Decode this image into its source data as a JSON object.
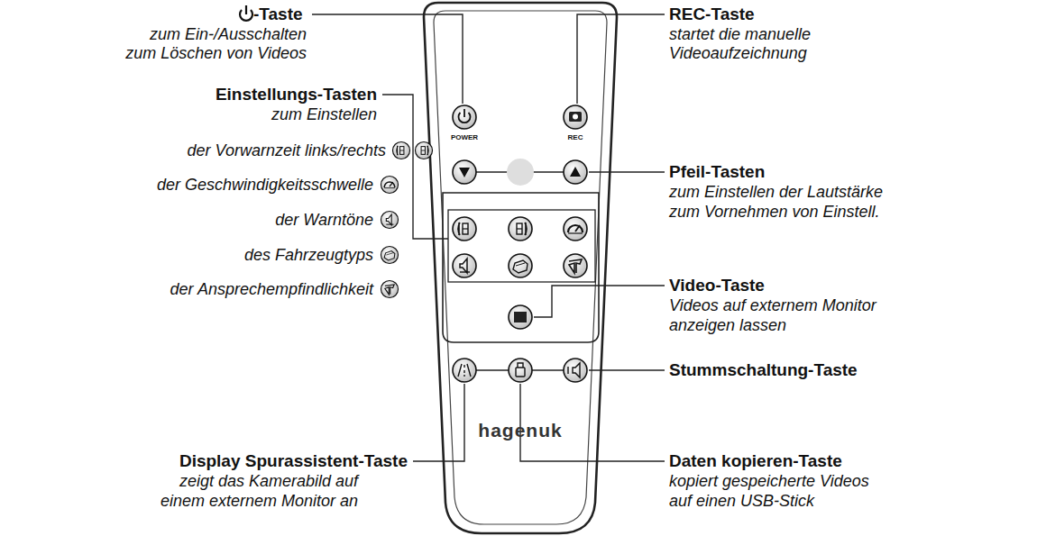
{
  "diagram": {
    "nodes": [
      {
        "text": [
          "POWER",
          "REC",
          "hagenuk"
        ]
      }
    ],
    "labels": [
      "-Taste",
      "zum Ein-/Ausschalten",
      "zum Löschen von Videos",
      "Einstellungs-Tasten",
      "zum Einstellen",
      "der Vorwarnzeit links/rechts",
      "der Geschwindigkeitsschwelle",
      "der Warntöne",
      "des Fahrzeugtyps",
      "der Ansprechempfindlichkeit",
      "Display Spurassistent-Taste",
      "zeigt das Kamerabild auf",
      "einem externem Monitor an",
      "REC-Taste",
      "startet die manuelle",
      "Videoaufzeichnung",
      "Pfeil-Tasten",
      "zum Einstellen der Lautstärke",
      "zum Vornehmen von Einstell.",
      "Video-Taste",
      "Videos auf externem Monitor",
      "anzeigen lassen",
      "Stummschaltung-Taste",
      "Daten kopieren-Taste",
      "kopiert gespeicherte Videos",
      "auf einen USB-Stick"
    ]
  }
}
